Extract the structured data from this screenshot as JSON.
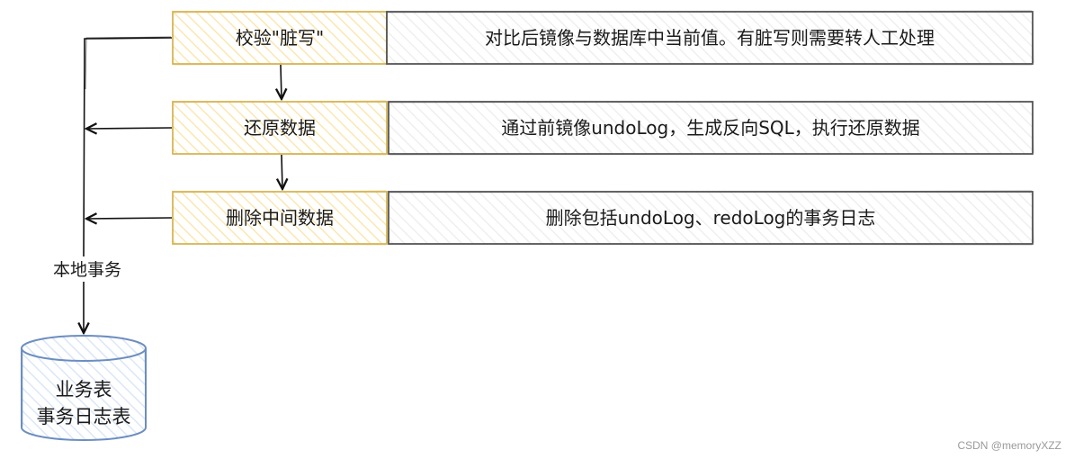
{
  "steps": [
    {
      "label": "校验\"脏写\"",
      "description": "对比后镜像与数据库中当前值。有脏写则需要转人工处理"
    },
    {
      "label": "还原数据",
      "description": "通过前镜像undoLog，生成反向SQL，执行还原数据"
    },
    {
      "label": "删除中间数据",
      "description": "删除包括undoLog、redoLog的事务日志"
    }
  ],
  "edge_label": "本地事务",
  "database": {
    "lines": [
      "业务表",
      "事务日志表"
    ]
  },
  "watermark": "CSDN @memoryXZZ",
  "colors": {
    "step_stroke": "#d6b656",
    "step_hatch": "#fff2cc",
    "desc_stroke": "#555555",
    "desc_hatch": "#eeeeee",
    "db_stroke": "#6c8ebf",
    "db_hatch": "#dae8fc",
    "line": "#111111"
  }
}
